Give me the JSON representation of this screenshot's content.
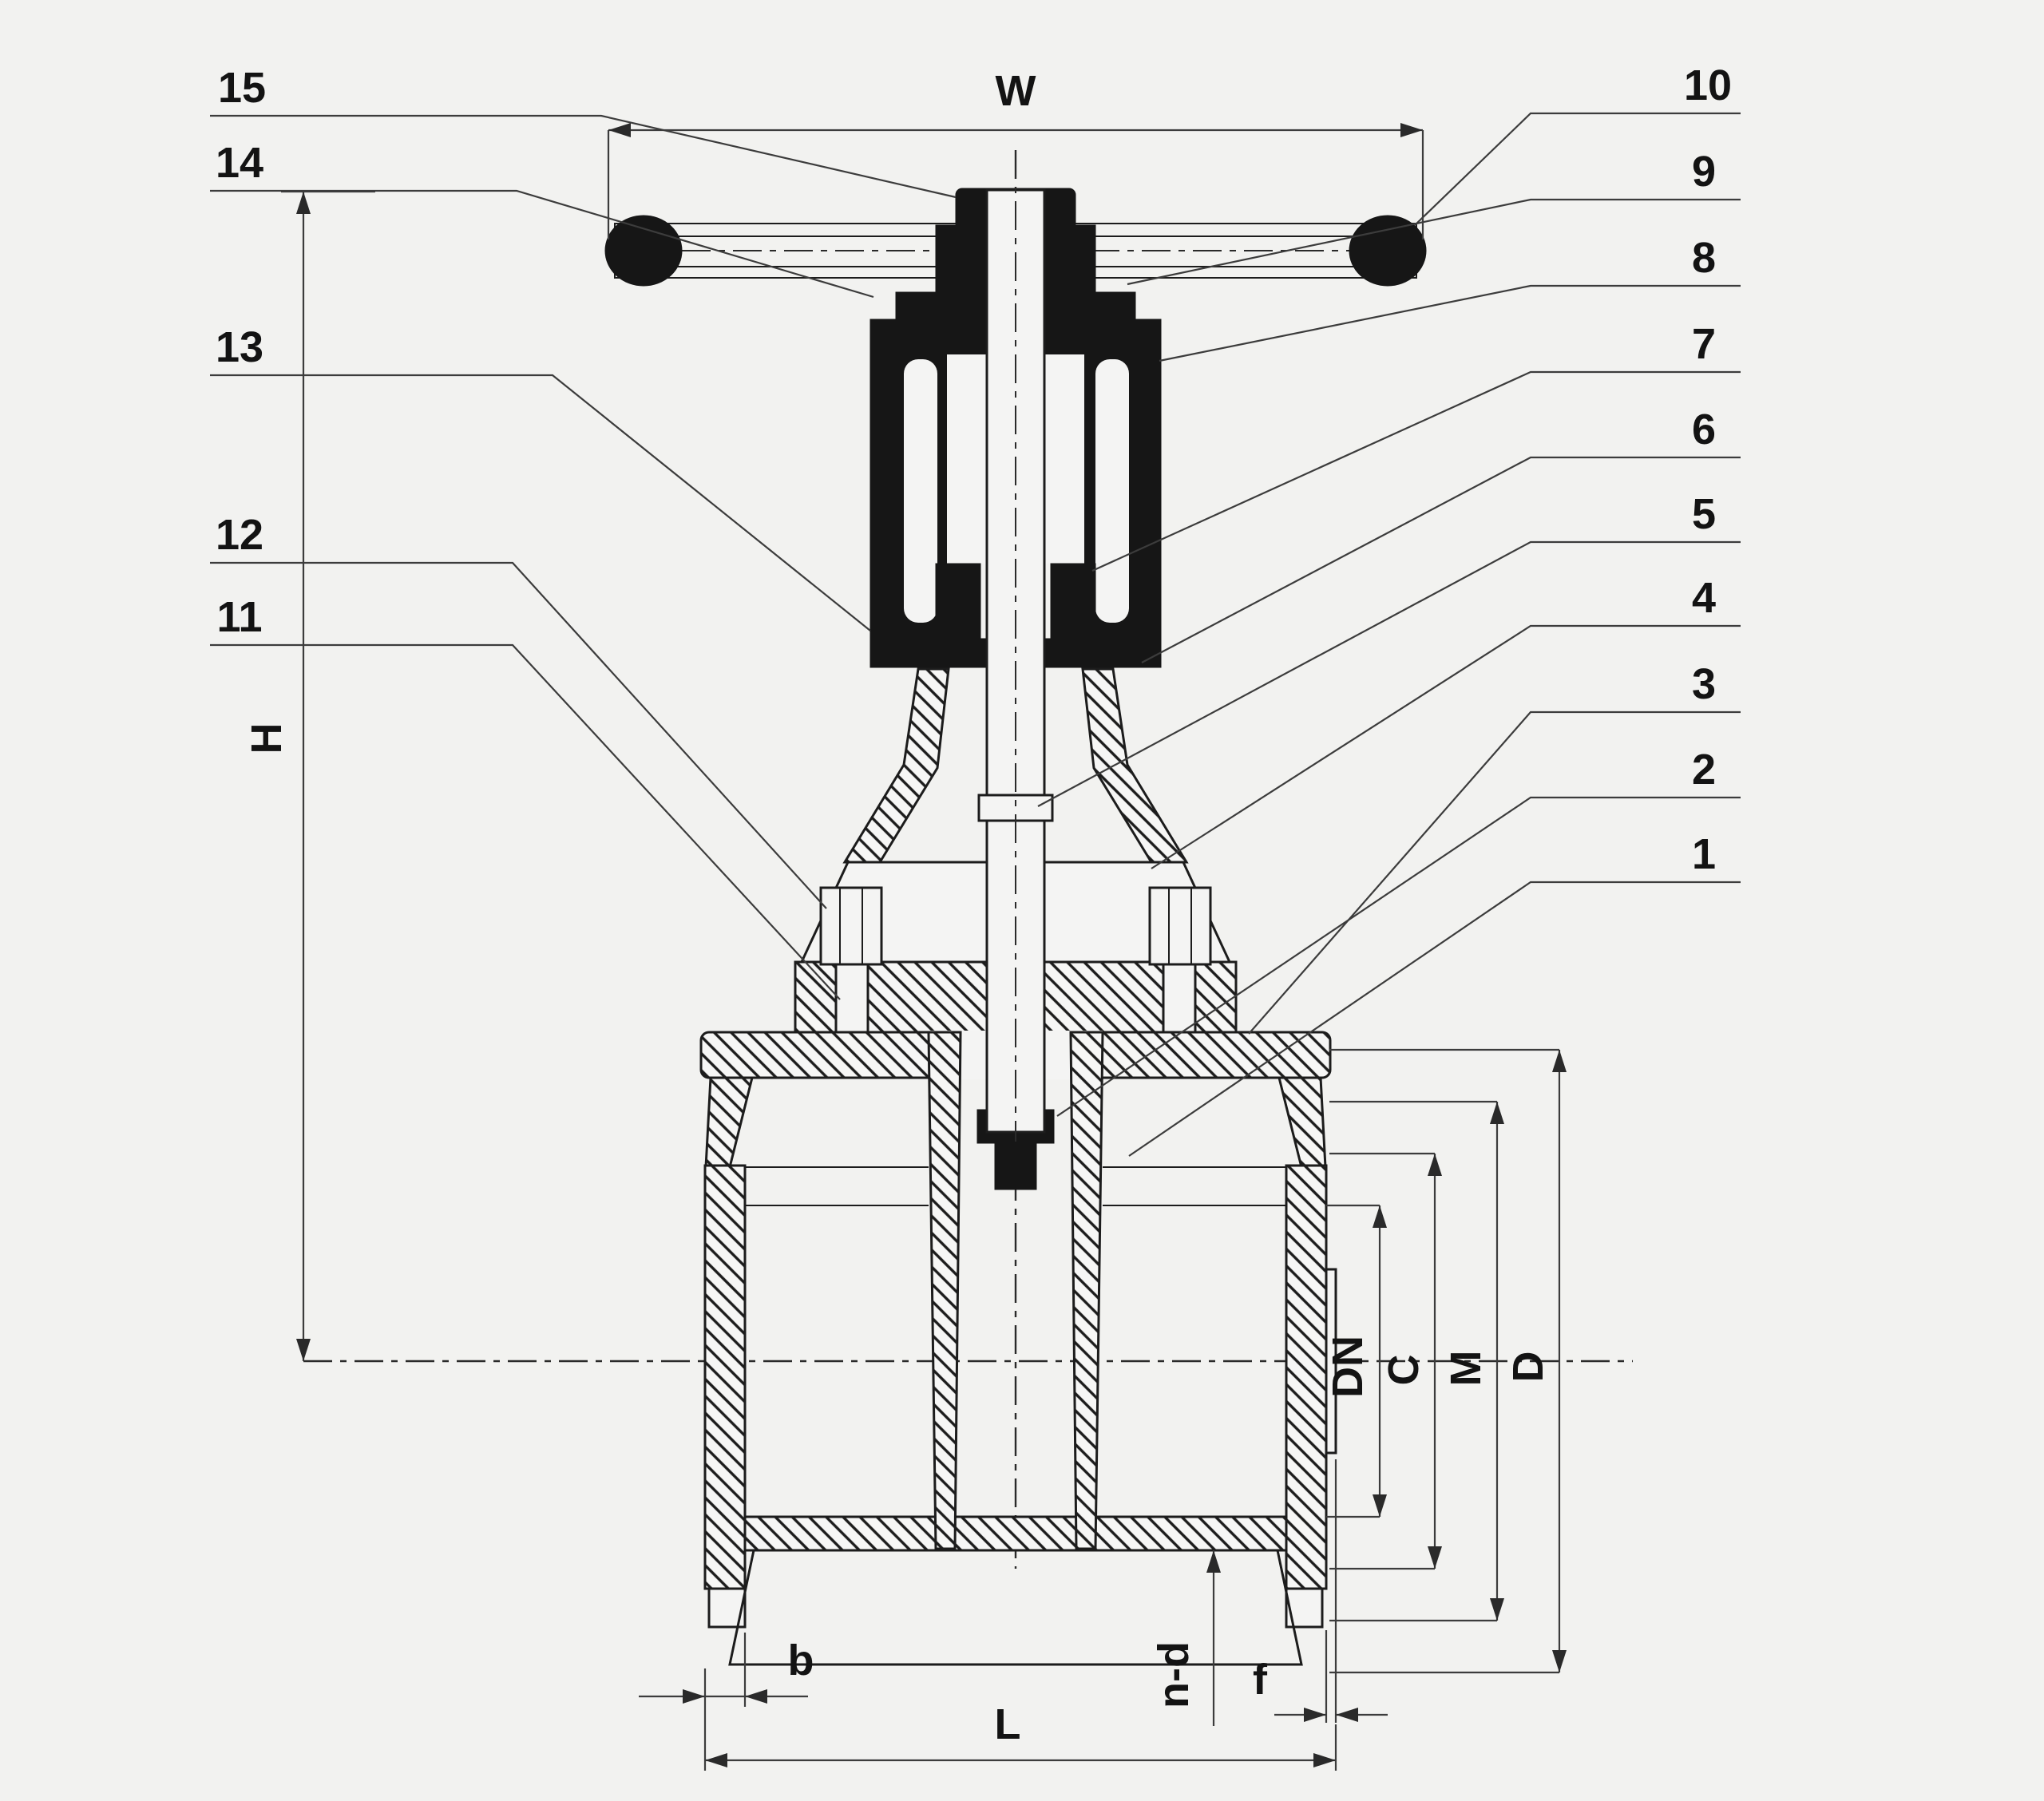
{
  "drawing": {
    "kind": "gate-valve sectional engineering drawing",
    "colors": {
      "background": "#f2f2f0",
      "ink": "#1c1c1c",
      "dimension_lines": "#3c3c3c"
    }
  },
  "callouts": {
    "left": [
      {
        "label": "15"
      },
      {
        "label": "14"
      },
      {
        "label": "13"
      },
      {
        "label": "12"
      },
      {
        "label": "11"
      }
    ],
    "right": [
      {
        "label": "10"
      },
      {
        "label": "9"
      },
      {
        "label": "8"
      },
      {
        "label": "7"
      },
      {
        "label": "6"
      },
      {
        "label": "5"
      },
      {
        "label": "4"
      },
      {
        "label": "3"
      },
      {
        "label": "2"
      },
      {
        "label": "1"
      }
    ]
  },
  "dims": {
    "W": "W",
    "H": "H",
    "DN": "DN",
    "C": "C",
    "M": "M",
    "D": "D",
    "b": "b",
    "L": "L",
    "nd": "n-d",
    "f": "f"
  }
}
